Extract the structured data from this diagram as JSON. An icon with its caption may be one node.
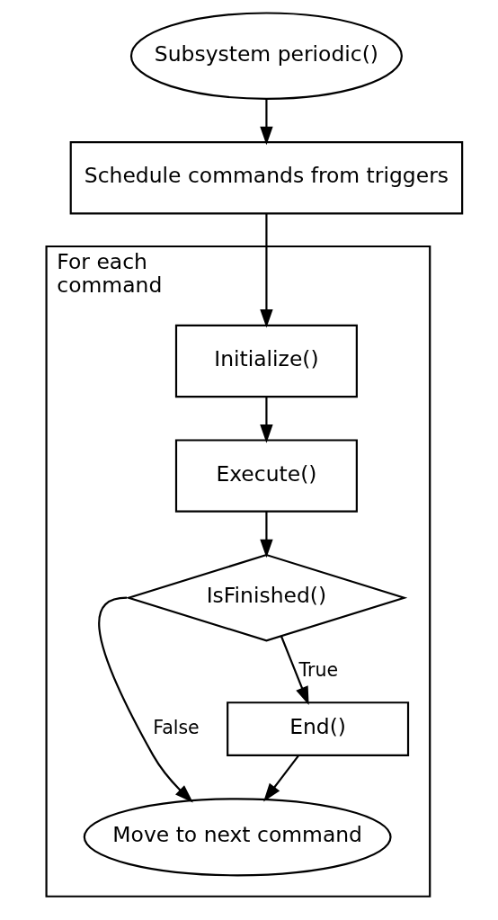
{
  "diagram": {
    "nodes": [
      {
        "text": [
          "Subsystem periodic()"
        ]
      },
      {
        "text": [
          "Schedule commands from triggers"
        ]
      },
      {
        "text": [
          "For each command"
        ]
      },
      {
        "text": [
          "Initialize()"
        ],
        "in": 2
      },
      {
        "text": [
          "Execute()"
        ],
        "in": 2
      },
      {
        "text": [
          "IsFinished()"
        ],
        "in": 2
      },
      {
        "text": [
          "End()"
        ],
        "in": 2
      },
      {
        "text": [
          "Move to next command"
        ],
        "in": 2
      }
    ],
    "edges": [
      {
        "from": 0,
        "to": 1,
        "arrow": "to"
      },
      {
        "from": 1,
        "to": 3,
        "arrow": "to"
      },
      {
        "from": 3,
        "to": 4,
        "arrow": "to"
      },
      {
        "from": 4,
        "to": 5,
        "arrow": "to"
      },
      {
        "from": 5,
        "to": 6,
        "arrow": "to",
        "label": "True"
      },
      {
        "from": 6,
        "to": 7,
        "arrow": "to"
      },
      {
        "from": 5,
        "to": 7,
        "arrow": "to",
        "label": "False"
      }
    ]
  }
}
